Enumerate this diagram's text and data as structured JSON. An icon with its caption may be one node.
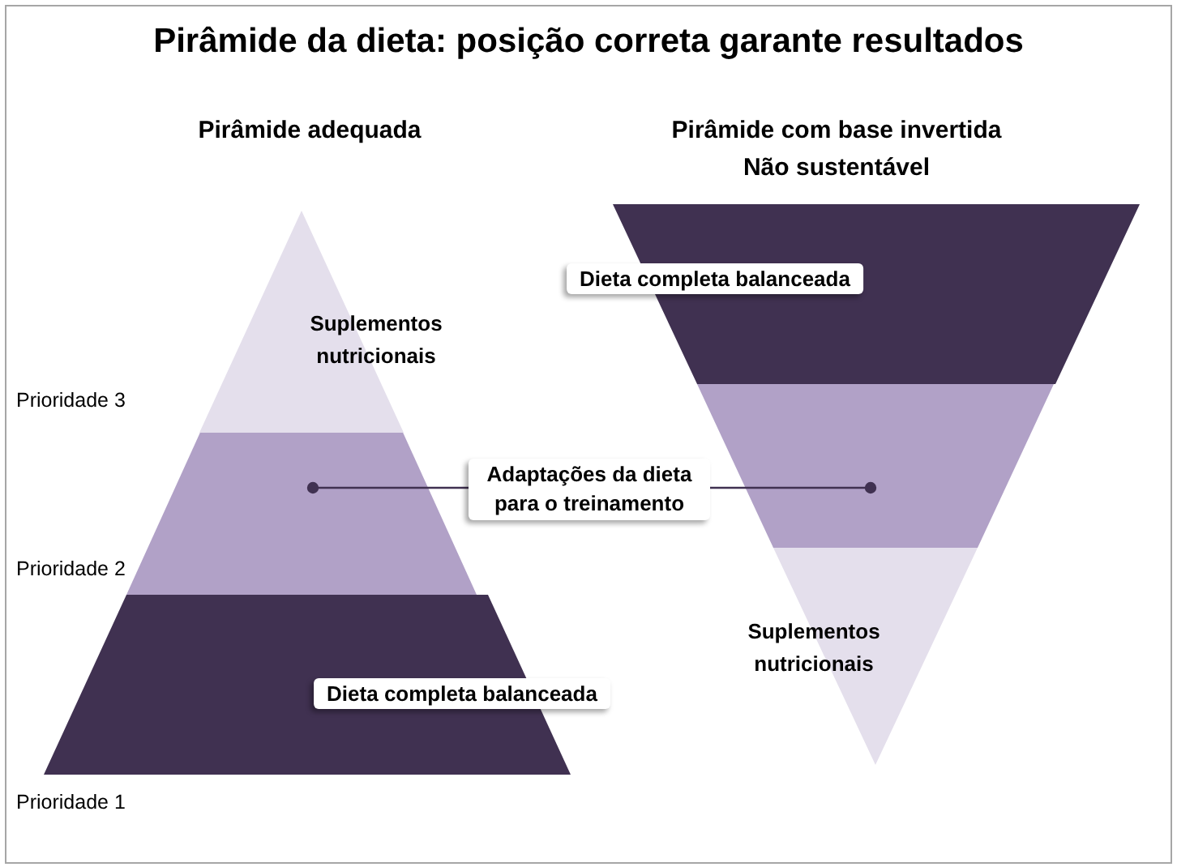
{
  "diagram": {
    "title": "Pirâmide da dieta: posição correta garante resultados",
    "nodes": [
      {
        "text": [
          "Suplementos nutricionais"
        ]
      },
      {
        "text": [],
        "shape": "trapezoid"
      },
      {
        "text": [
          "Dieta completa balanceada"
        ]
      },
      {
        "text": [
          "Dieta completa balanceada"
        ]
      },
      {
        "text": [],
        "shape": "trapezoid"
      },
      {
        "text": [
          "Suplementos nutricionais"
        ]
      },
      {
        "text": [
          "Adaptações da dieta para o treinamento"
        ]
      }
    ],
    "edges": [
      {
        "from": 6,
        "to": 1,
        "arrow": "other"
      },
      {
        "from": 6,
        "to": 4,
        "arrow": "other"
      }
    ],
    "labels": [
      "Pirâmide adequada",
      "Pirâmide com base invertida",
      "Não sustentável",
      "Prioridade 3",
      "Prioridade 2",
      "Prioridade 1"
    ]
  }
}
